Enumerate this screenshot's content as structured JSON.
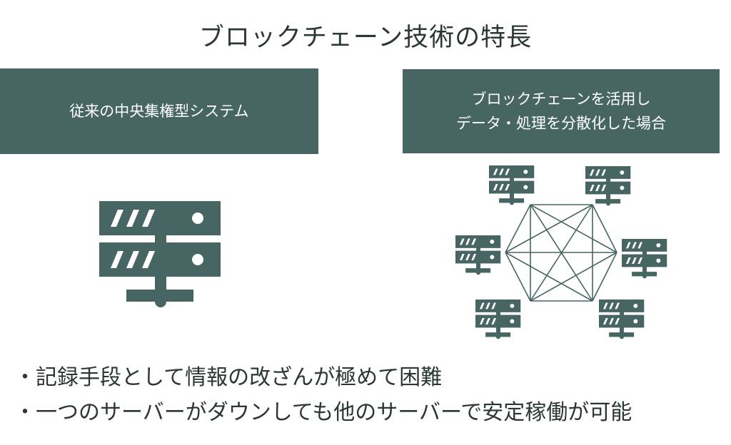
{
  "title": "ブロックチェーン技術の特長",
  "left_box": {
    "label": "従来の中央集権型システム"
  },
  "right_box": {
    "line1": "ブロックチェーンを活用し",
    "line2": "データ・処理を分散化した場合"
  },
  "bullets": [
    "・記録手段として情報の改ざんが極めて困難",
    "・一つのサーバーがダウンしても他のサーバーで安定稼働が可能"
  ],
  "colors": {
    "accent": "#466563",
    "text": "#2a3733"
  },
  "icons": {
    "server": "server-icon",
    "network": "network-mesh-icon"
  }
}
